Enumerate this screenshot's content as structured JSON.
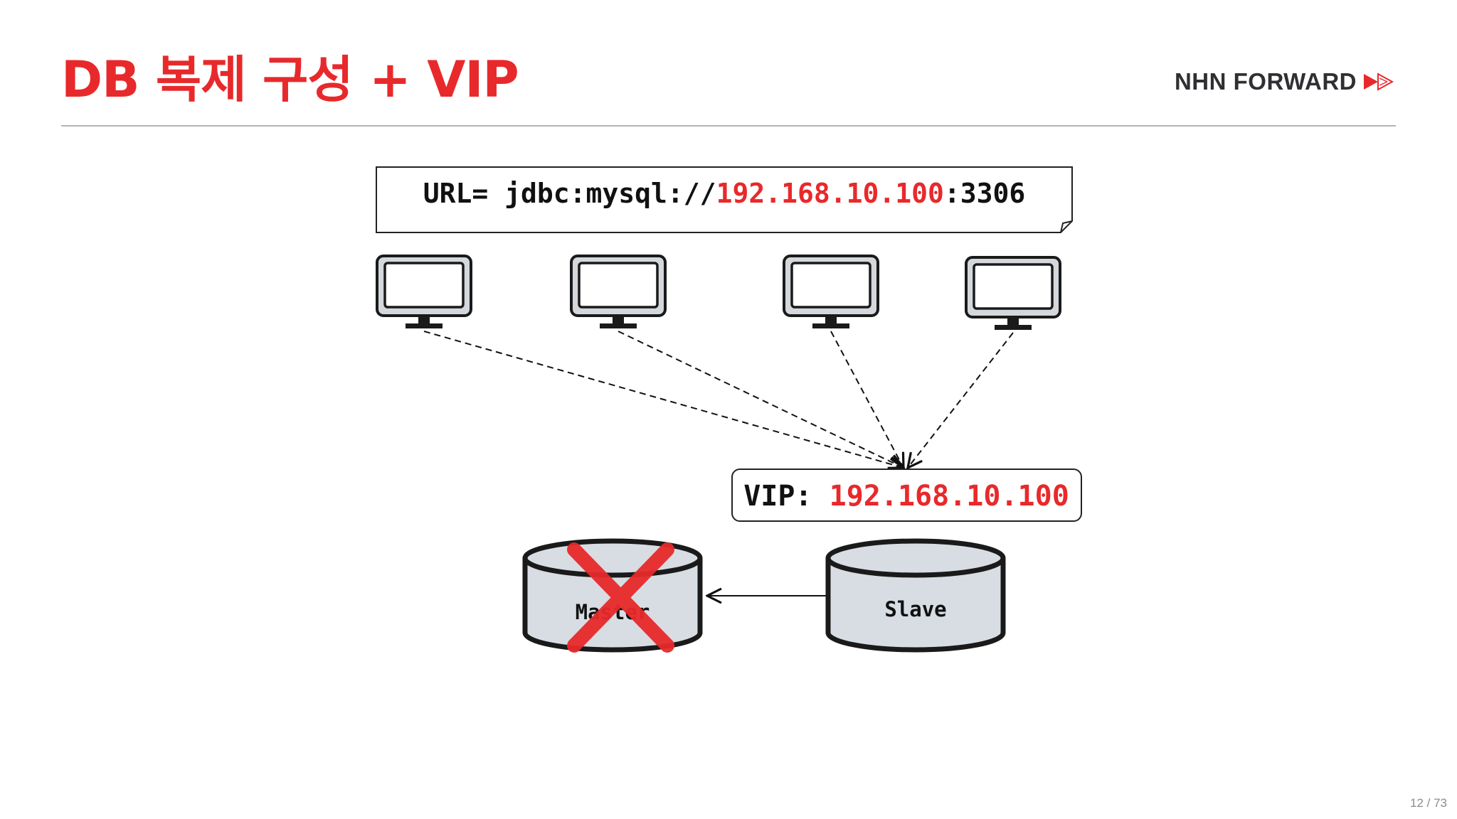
{
  "slide": {
    "title": "DB 복제 구성 + VIP",
    "brand": "NHN FORWARD",
    "page": "12 / 73"
  },
  "diagram": {
    "url_note": {
      "prefix": "URL= jdbc:mysql://",
      "ip": "192.168.10.100",
      "suffix": ":3306"
    },
    "vip_box": {
      "prefix": "VIP: ",
      "ip": "192.168.10.100"
    },
    "databases": {
      "master": "Master",
      "slave": "Slave"
    },
    "master_failed": true
  },
  "colors": {
    "accent": "#e8292b",
    "text": "#111111",
    "db_fill": "#d7dde3"
  }
}
